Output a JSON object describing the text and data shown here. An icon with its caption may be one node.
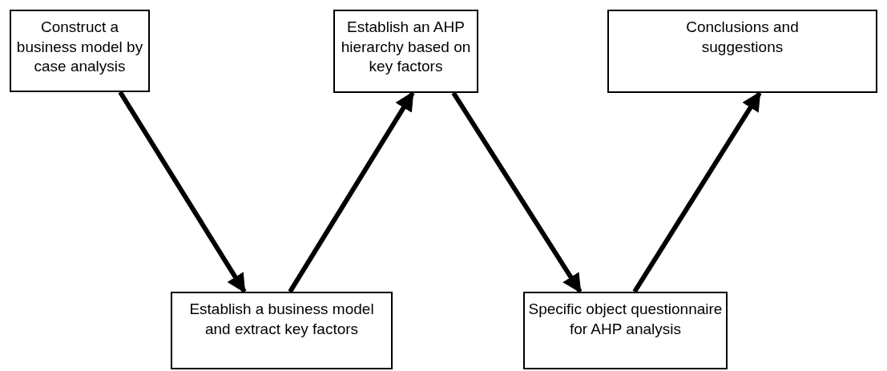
{
  "diagram": {
    "nodes": [
      {
        "text": [
          "Construct a business model by case analysis"
        ]
      },
      {
        "text": [
          "Establish a business model and extract key factors"
        ]
      },
      {
        "text": [
          "Establish an AHP hierarchy based on key factors"
        ]
      },
      {
        "text": [
          "Specific object questionnaire for AHP analysis"
        ]
      },
      {
        "text": [
          "Conclusions and suggestions"
        ]
      }
    ],
    "edges": [
      {
        "from": 0,
        "to": 1,
        "arrow": "to"
      },
      {
        "from": 1,
        "to": 2,
        "arrow": "to"
      },
      {
        "from": 2,
        "to": 3,
        "arrow": "to"
      },
      {
        "from": 3,
        "to": 4,
        "arrow": "to"
      }
    ]
  }
}
